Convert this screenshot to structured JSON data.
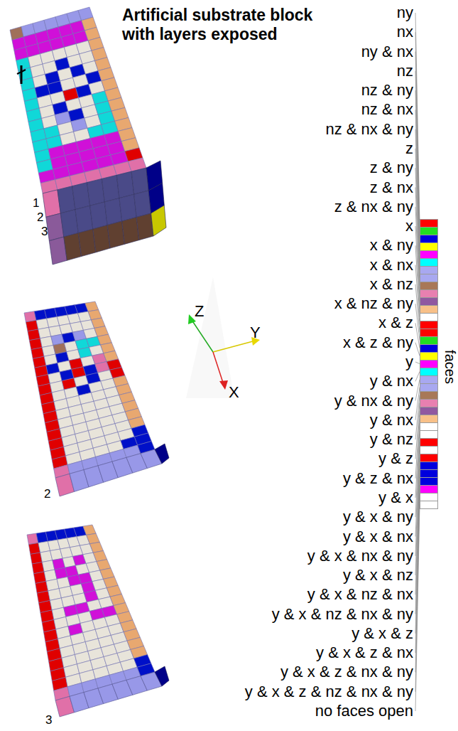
{
  "diagram": {
    "title": "Artificial substrate block with layers exposed",
    "labels": [
      "1",
      "2",
      "3",
      "2",
      "3",
      "Z",
      "Y",
      "X",
      "faces"
    ],
    "legend": [
      {
        "text": "ny",
        "color": "#ff0000"
      },
      {
        "text": "nx",
        "color": "#22dd22"
      },
      {
        "text": "ny & nx",
        "color": "#0000dd"
      },
      {
        "text": "nz",
        "color": "#ffff00"
      },
      {
        "text": "nz & ny",
        "color": "#ff00ff"
      },
      {
        "text": "nz & nx",
        "color": "#00ffff"
      },
      {
        "text": "nz & nx & ny",
        "color": "#a8a8f0"
      },
      {
        "text": "z",
        "color": "#a8a8f0"
      },
      {
        "text": "z & ny",
        "color": "#a87858"
      },
      {
        "text": "z & nx",
        "color": "#e880b0"
      },
      {
        "text": "z & nx & ny",
        "color": "#9058a0"
      },
      {
        "text": "x",
        "color": "#f8c088"
      },
      {
        "text": "x & ny",
        "color": "#ffffff"
      },
      {
        "text": "x & nx",
        "color": "#ff0000"
      },
      {
        "text": "x & nz",
        "color": "#ff0000"
      },
      {
        "text": "x & nz & ny",
        "color": "#22dd22"
      },
      {
        "text": "x & z",
        "color": "#0000dd"
      },
      {
        "text": "x & z & ny",
        "color": "#ffff00"
      },
      {
        "text": "y",
        "color": "#ff00ff"
      },
      {
        "text": "y & nx",
        "color": "#00ffff"
      },
      {
        "text": "y & nx & ny",
        "color": "#a8a8f0"
      },
      {
        "text": "y & nx",
        "color": "#a8a8f0"
      },
      {
        "text": "y & nz",
        "color": "#a87858"
      },
      {
        "text": "y & z",
        "color": "#e880b0"
      },
      {
        "text": "y & z & nx",
        "color": "#9058a0"
      },
      {
        "text": "y & x",
        "color": "#f8c088"
      },
      {
        "text": "y & x & ny",
        "color": "#ffffff"
      },
      {
        "text": "y & x & nx",
        "color": "#ffffff"
      },
      {
        "text": "y & x & nx & ny",
        "color": "#ff0000"
      },
      {
        "text": "y & x & nz",
        "color": "#ffffff"
      },
      {
        "text": "y & x & nz & nx",
        "color": "#ff0000"
      },
      {
        "text": "y & x & nz & nx & ny",
        "color": "#0000dd"
      },
      {
        "text": "y & x & z",
        "color": "#0000dd"
      },
      {
        "text": "y & x & z & nx",
        "color": "#0000dd"
      },
      {
        "text": "y & x & z & nx & ny",
        "color": "#ff00ff"
      },
      {
        "text": "y & x & z & nz & nx & ny",
        "color": "#ffffff"
      },
      {
        "text": "no faces open",
        "color": "#ffffff"
      }
    ]
  }
}
